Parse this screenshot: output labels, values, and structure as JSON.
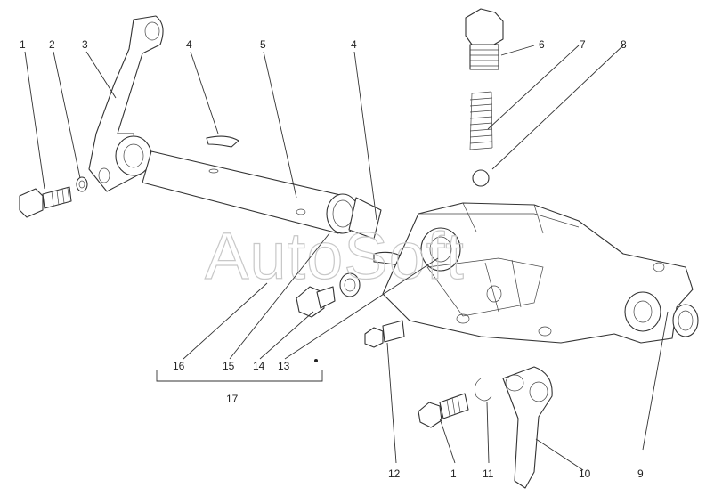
{
  "callouts": {
    "c1": "1",
    "c2": "2",
    "c3": "3",
    "c4a": "4",
    "c5": "5",
    "c4b": "4",
    "c6": "6",
    "c7": "7",
    "c8": "8",
    "c9": "9",
    "c10": "10",
    "c11": "11",
    "c12": "12",
    "c1b": "1",
    "c13": "13",
    "c14": "14",
    "c15": "15",
    "c16": "16",
    "c17": "17"
  },
  "watermark": "AutoSoft"
}
